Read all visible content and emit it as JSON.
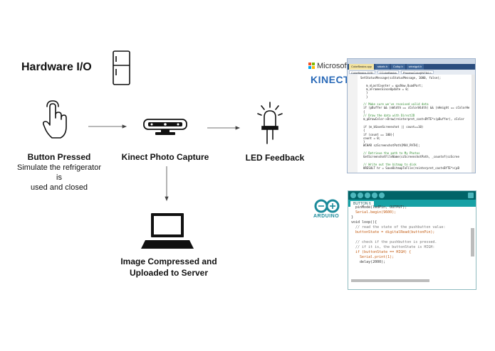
{
  "title": "Hardware I/O",
  "nodes": {
    "button": {
      "label": "Button Pressed",
      "sub_line1": "Simulate the refrigerator is",
      "sub_line2": "used and closed"
    },
    "kinect": {
      "label": "Kinect Photo Capture"
    },
    "led": {
      "label": "LED Feedback"
    },
    "laptop": {
      "label_line1": "Image Compressed and",
      "label_line2": "Uploaded to Server"
    }
  },
  "icons": [
    "refrigerator-icon",
    "hand-pointer-icon",
    "kinect-sensor-icon",
    "led-bulb-icon",
    "laptop-icon",
    "microsoft-logo",
    "arduino-logo"
  ],
  "brands": {
    "microsoft": "Microsoft",
    "kinect": "KINECT",
    "arduino": "ARDUINO"
  },
  "vs_screenshot": {
    "tabs": [
      "ColorBasics.cpp",
      "stdafx.h",
      "Colbp.h",
      "winstgcli.h"
    ],
    "dropdowns": [
      "ColorBasics-D2D",
      "CColorBasics",
      "ProcessColor(INT64 n"
    ],
    "code_lines": [
      "SetStatusMessage(szStatusMessage, 1000, false);",
      "",
      "m_nLastCounter = qpcNow.QuadPart;",
      "m_nFramesSinceUpdate = 0;",
      "}",
      "}",
      "",
      "// Make sure we've received valid data",
      "if (pBuffer && (nWidth == cColorWidth) && (nHeight == cColorHe",
      "{",
      "// Draw the data with Direct2D",
      "m_pDrawColor->Draw(reinterpret_cast<BYTE*>(pBuffer), cColor",
      "",
      "if (m_bSaveScreenshot || count==10)",
      "{",
      "if (count == 100){",
      "count = 0;",
      "}",
      "WCHAR szScreenshotPath[MAX_PATH];",
      "",
      "// Retrieve the path to My Photos",
      "GetScreenshotFileName(szScreenshotPath, _countof(szScree",
      "",
      "// Write out the bitmap to disk",
      "HRESULT hr = SaveBitmapToFile(reinterpret_cast<BYTE*>(pB"
    ]
  },
  "arduino_screenshot": {
    "tab": "BUTTON §",
    "code_lines": [
      "  pinMode(ledPin, OUTPUT);",
      "  Serial.begin(9600);",
      "}",
      "void loop(){",
      "  // read the state of the pushbutton value:",
      "  buttonState = digitalRead(buttonPin);",
      "",
      "  // check if the pushbutton is pressed.",
      "  // if it is, the buttonState is HIGH:",
      "  if (buttonState == HIGH) {",
      "    Serial.print(1);",
      "    delay(2000);"
    ]
  },
  "colors": {
    "vs_tabs": "#2b4d7e",
    "arduino_teal": "#006468",
    "arduino_tab": "#17a1a5",
    "kinect_blue": "#2a6ab8"
  }
}
